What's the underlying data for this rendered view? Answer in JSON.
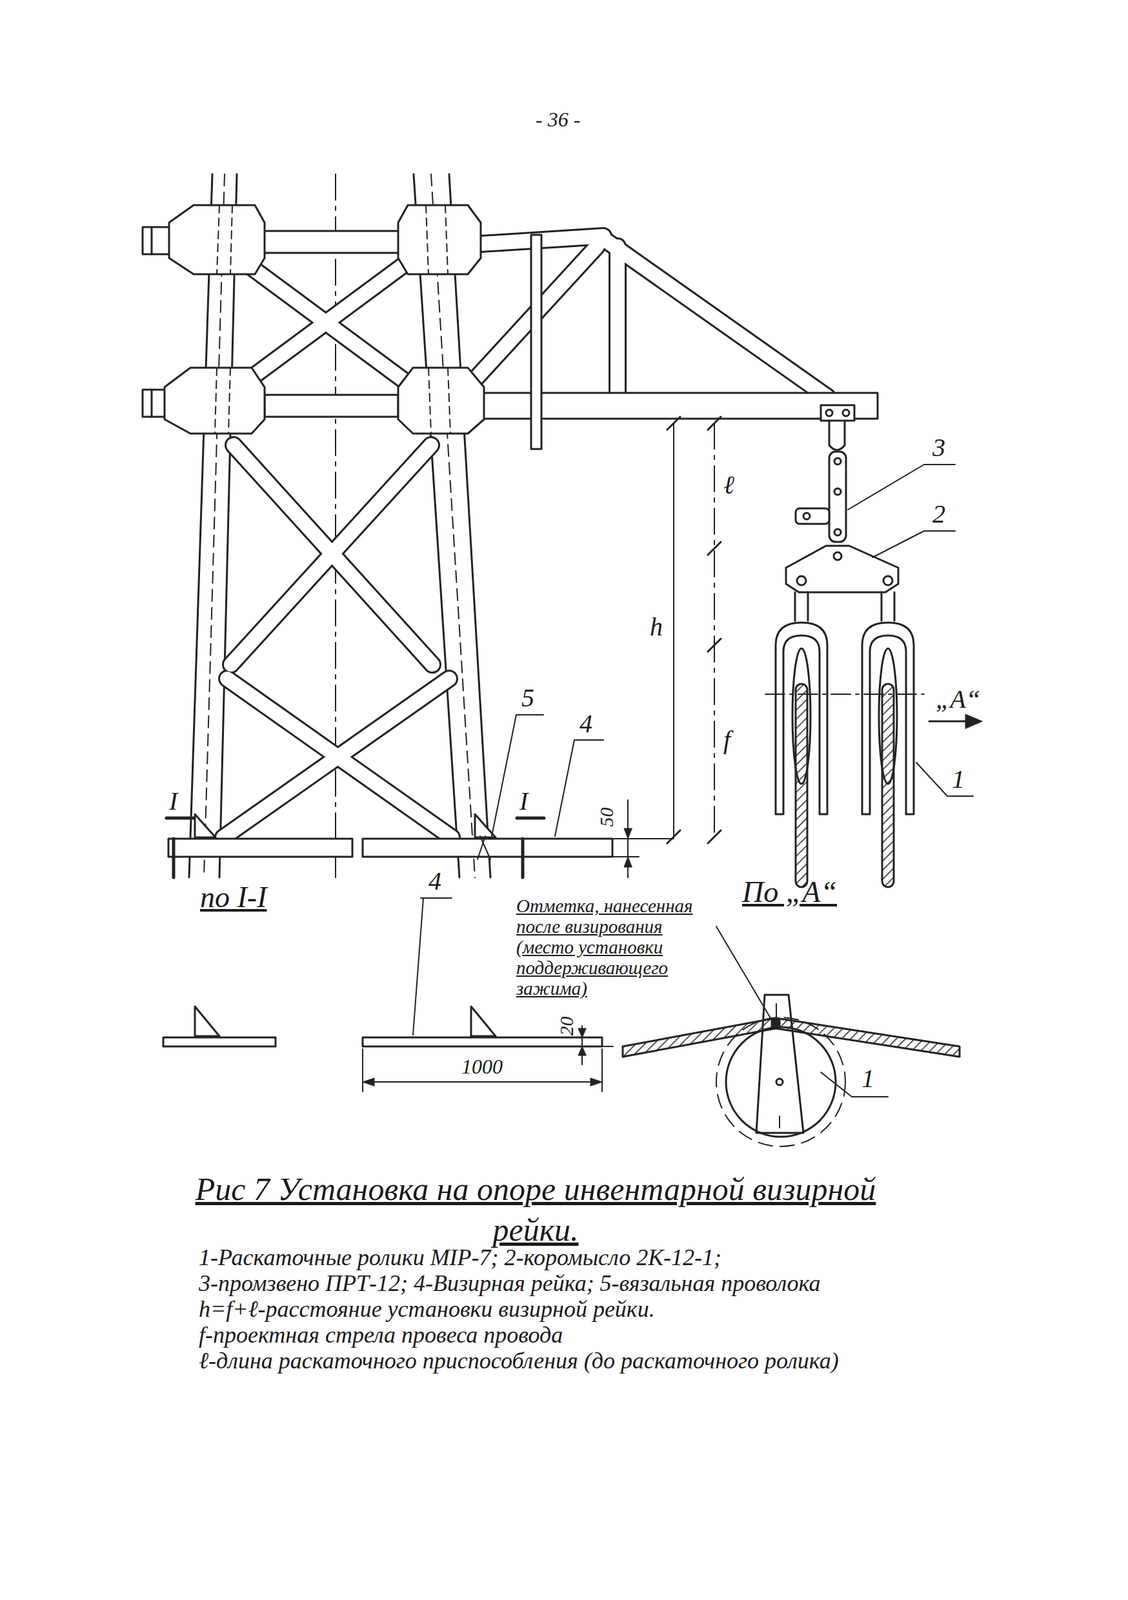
{
  "diagram": {
    "caption": "Рис 7 Установка на опоре инвентарной визирной рейки.",
    "labels": [
      "- 36 -",
      "3",
      "2",
      "„А“",
      "1",
      "ℓ",
      "h",
      "f",
      "5",
      "4",
      "I",
      "I",
      "50",
      "по I-I",
      "4",
      "20",
      "1000",
      "По „А“",
      "Отметка, нанесенная после визирования (место установки поддерживающего зажима)",
      "1",
      "1-Раскаточные ролики МIР-7; 2-коромысло 2К-12-1;",
      "3-промзвено ПРТ-12; 4-Визирная рейка; 5-вязальная проволока",
      "h=f+ℓ-расстояние установки визирной рейки.",
      "f-проектная стрела провеса провода",
      "ℓ-длина раскаточного приспособления (до раскаточного ролика)"
    ]
  }
}
